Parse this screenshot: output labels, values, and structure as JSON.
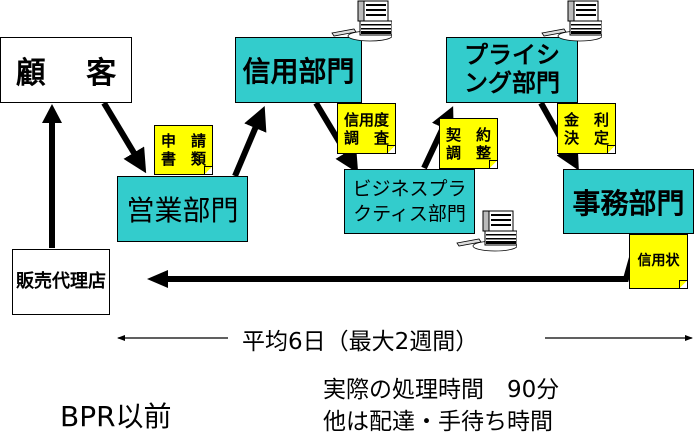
{
  "nodes": {
    "customer": "顧　 客",
    "credit_dept": "信用部門",
    "pricing_dept_line1": "プライシ",
    "pricing_dept_line2": "ング部門",
    "sales_dept": "営業部門",
    "business_practice_line1": "ビジネスプラ",
    "business_practice_line2": "クティス部門",
    "admin_dept": "事務部門",
    "dealer": "販売代理店"
  },
  "notes": {
    "application_line1": "申　請",
    "application_line2": "書　類",
    "credit_check_line1": "信用度",
    "credit_check_line2": "調　査",
    "contract_line1": "契　約",
    "contract_line2": "調　整",
    "interest_line1": "金　利",
    "interest_line2": "決　定",
    "letter_of_credit": "信用状"
  },
  "timeline": {
    "label": "平均6日（最大2週間）"
  },
  "summary": {
    "line1": "実際の処理時間　90分",
    "line2": "他は配達・手待ち時間"
  },
  "title": "BPR以前",
  "colors": {
    "dept_fill": "#33cccc",
    "note_fill": "#ffff00",
    "arrow": "#000000"
  },
  "icons": [
    "computer-icon",
    "computer-icon",
    "computer-icon"
  ]
}
